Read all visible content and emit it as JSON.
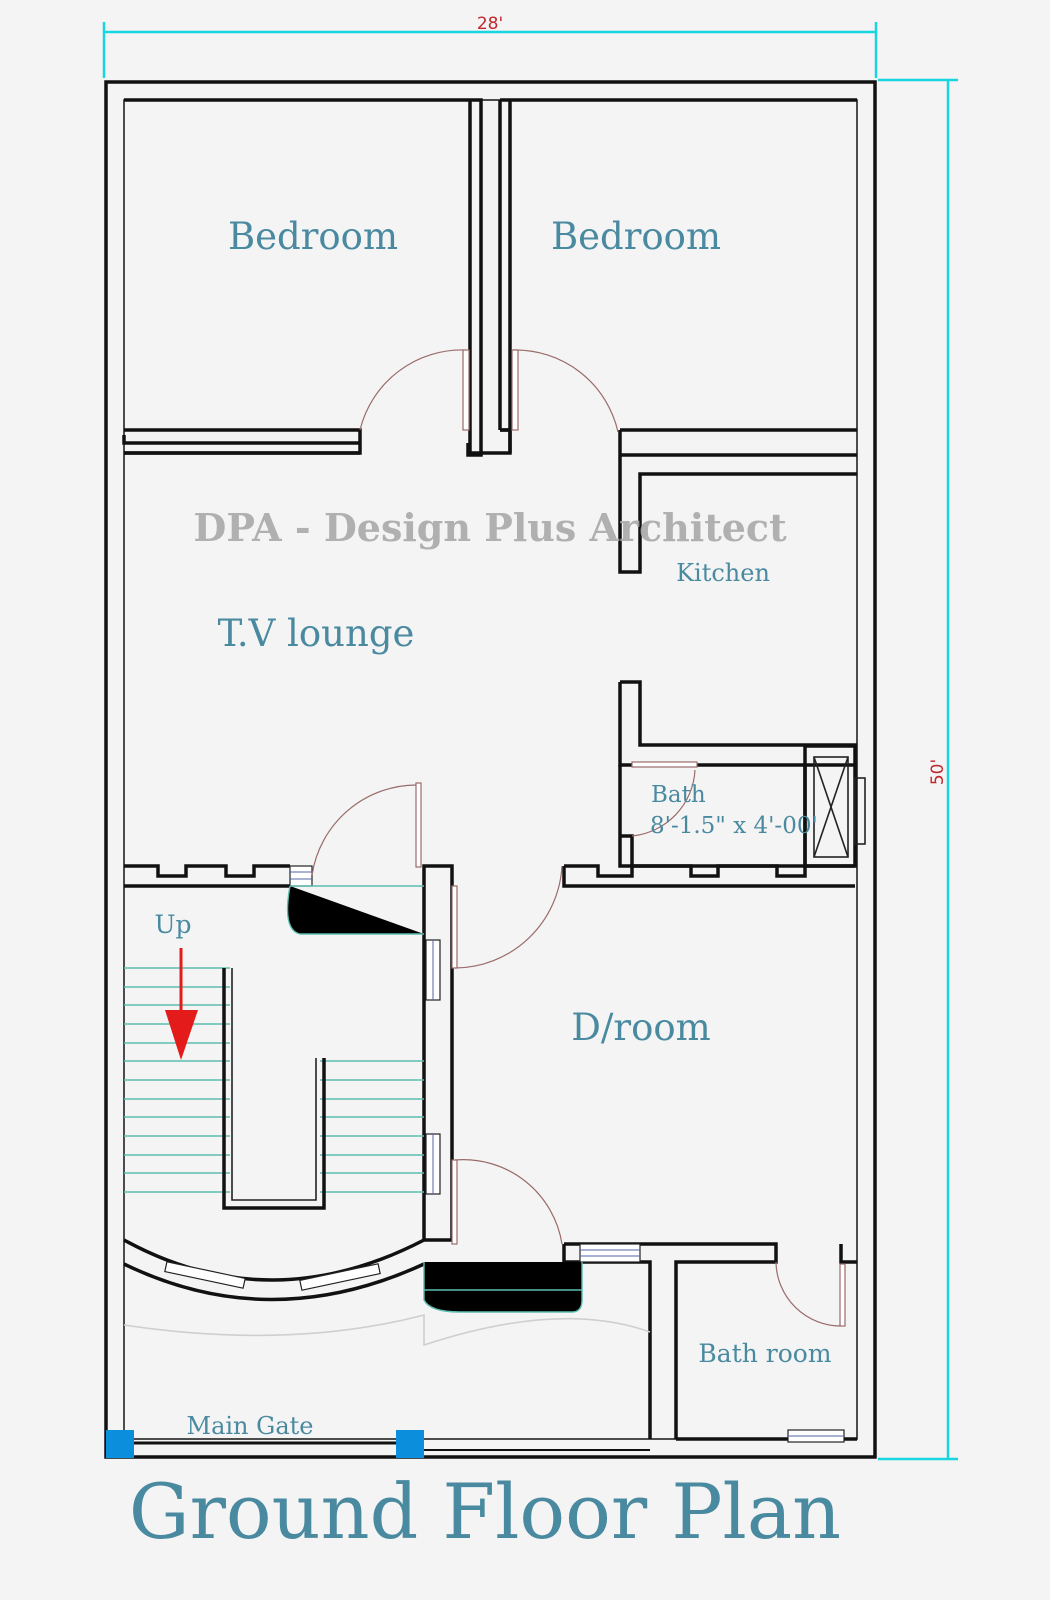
{
  "drawing": {
    "title": "Ground Floor Plan",
    "watermark": "DPA - Design Plus Architect",
    "width_dimension": "28'",
    "depth_dimension": "50'"
  },
  "rooms": {
    "bedroom_left": "Bedroom",
    "bedroom_right": "Bedroom",
    "kitchen": "Kitchen",
    "tv_lounge": "T.V lounge",
    "bath": "Bath",
    "bath_size": "8'-1.5\" x 4'-00'",
    "stair_up": "Up",
    "droom": "D/room",
    "bath_room": "Bath room",
    "main_gate": "Main Gate"
  },
  "colors": {
    "label": "#4a8aa0",
    "dimension_line": "#17d6e0",
    "dimension_text": "#c0282d",
    "gate_post": "#0b8fdd",
    "arrow": "#e31b1b",
    "watermark": "#a8a8a8"
  }
}
